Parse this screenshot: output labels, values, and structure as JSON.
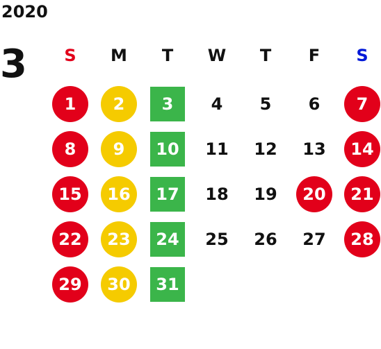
{
  "calendar": {
    "year": "2020",
    "month": "3",
    "weekdays": [
      {
        "label": "S",
        "color": "#e2001a"
      },
      {
        "label": "M",
        "color": "#111111"
      },
      {
        "label": "T",
        "color": "#111111"
      },
      {
        "label": "W",
        "color": "#111111"
      },
      {
        "label": "T",
        "color": "#111111"
      },
      {
        "label": "F",
        "color": "#111111"
      },
      {
        "label": "S",
        "color": "#0018d8"
      }
    ],
    "weeks": [
      [
        {
          "label": "1",
          "style": "red"
        },
        {
          "label": "2",
          "style": "yellow"
        },
        {
          "label": "3",
          "style": "green"
        },
        {
          "label": "4",
          "style": "plain"
        },
        {
          "label": "5",
          "style": "plain"
        },
        {
          "label": "6",
          "style": "plain"
        },
        {
          "label": "7",
          "style": "red"
        }
      ],
      [
        {
          "label": "8",
          "style": "red"
        },
        {
          "label": "9",
          "style": "yellow"
        },
        {
          "label": "10",
          "style": "green"
        },
        {
          "label": "11",
          "style": "plain"
        },
        {
          "label": "12",
          "style": "plain"
        },
        {
          "label": "13",
          "style": "plain"
        },
        {
          "label": "14",
          "style": "red"
        }
      ],
      [
        {
          "label": "15",
          "style": "red"
        },
        {
          "label": "16",
          "style": "yellow"
        },
        {
          "label": "17",
          "style": "green"
        },
        {
          "label": "18",
          "style": "plain"
        },
        {
          "label": "19",
          "style": "plain"
        },
        {
          "label": "20",
          "style": "red"
        },
        {
          "label": "21",
          "style": "red"
        }
      ],
      [
        {
          "label": "22",
          "style": "red"
        },
        {
          "label": "23",
          "style": "yellow"
        },
        {
          "label": "24",
          "style": "green"
        },
        {
          "label": "25",
          "style": "plain"
        },
        {
          "label": "26",
          "style": "plain"
        },
        {
          "label": "27",
          "style": "plain"
        },
        {
          "label": "28",
          "style": "red"
        }
      ],
      [
        {
          "label": "29",
          "style": "red"
        },
        {
          "label": "30",
          "style": "yellow"
        },
        {
          "label": "31",
          "style": "green"
        }
      ]
    ]
  },
  "colors": {
    "red": "#e2001a",
    "yellow": "#f5cb00",
    "green": "#3bb54a",
    "text": "#111111",
    "saturday": "#0018d8"
  }
}
